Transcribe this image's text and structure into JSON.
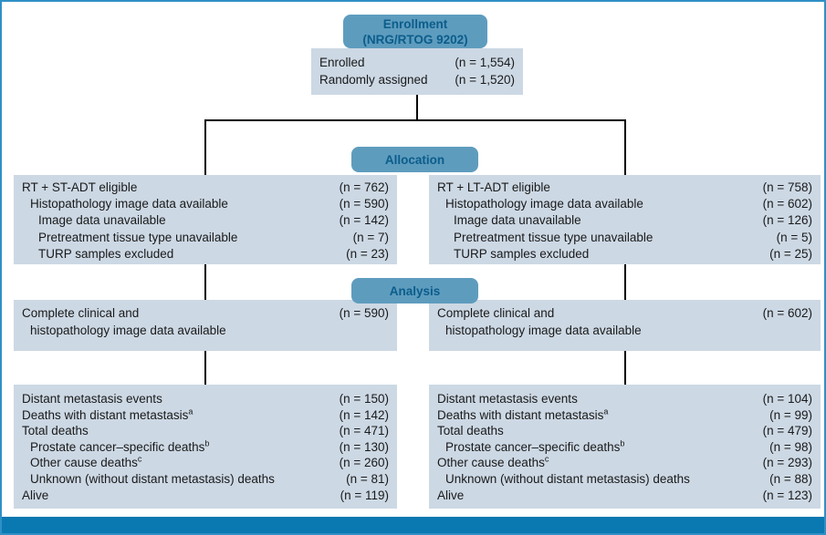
{
  "colors": {
    "pill_fill": "#5e9cbe",
    "pill_text": "#0b5d8b",
    "box_fill": "#ccd8e4",
    "line_color": "#000000",
    "border_color": "#2f90c6",
    "bar_fill": "#0a79b2",
    "text_color": "#1a1a1a"
  },
  "enrollment": {
    "header_line1": "Enrollment",
    "header_line2": "(NRG/RTOG 9202)",
    "rows": [
      {
        "label": "Enrolled",
        "value": "(n = 1,554)"
      },
      {
        "label": "Randomly assigned",
        "value": "(n = 1,520)"
      }
    ]
  },
  "allocation": {
    "header": "Allocation",
    "left": {
      "rows": [
        {
          "label": "RT + ST-ADT eligible",
          "value": "(n = 762)"
        },
        {
          "label": "Histopathology image data available",
          "value": "(n = 590)"
        },
        {
          "label": "Image data unavailable",
          "value": "(n = 142)"
        },
        {
          "label": "Pretreatment tissue type unavailable",
          "value": "(n = 7)"
        },
        {
          "label": "TURP samples excluded",
          "value": "(n = 23)"
        }
      ]
    },
    "right": {
      "rows": [
        {
          "label": "RT + LT-ADT eligible",
          "value": "(n = 758)"
        },
        {
          "label": "Histopathology image data available",
          "value": "(n = 602)"
        },
        {
          "label": "Image data unavailable",
          "value": "(n = 126)"
        },
        {
          "label": "Pretreatment tissue type unavailable",
          "value": "(n = 5)"
        },
        {
          "label": "TURP samples excluded",
          "value": "(n = 25)"
        }
      ]
    }
  },
  "analysis": {
    "header": "Analysis",
    "left": {
      "line1": "Complete clinical and",
      "line2": "histopathology image data available",
      "value": "(n = 590)"
    },
    "right": {
      "line1": "Complete clinical and",
      "line2": "histopathology image data available",
      "value": "(n = 602)"
    }
  },
  "outcomes": {
    "left": {
      "rows": [
        {
          "label": "Distant metastasis events",
          "sup": "",
          "value": "(n = 150)"
        },
        {
          "label": "Deaths with distant metastasis",
          "sup": "a",
          "value": "(n = 142)"
        },
        {
          "label": "Total deaths",
          "sup": "",
          "value": "(n = 471)"
        },
        {
          "label": "Prostate cancer–specific deaths",
          "sup": "b",
          "value": "(n = 130)"
        },
        {
          "label": "Other cause deaths",
          "sup": "c",
          "value": "(n = 260)"
        },
        {
          "label": "Unknown (without distant metastasis) deaths",
          "sup": "",
          "value": "(n = 81)"
        },
        {
          "label": "Alive",
          "sup": "",
          "value": "(n = 119)"
        }
      ]
    },
    "right": {
      "rows": [
        {
          "label": "Distant metastasis events",
          "sup": "",
          "value": "(n = 104)"
        },
        {
          "label": "Deaths with distant metastasis",
          "sup": "a",
          "value": "(n = 99)"
        },
        {
          "label": "Total deaths",
          "sup": "",
          "value": "(n = 479)"
        },
        {
          "label": "Prostate cancer–specific deaths",
          "sup": "b",
          "value": "(n = 98)"
        },
        {
          "label": "Other cause deaths",
          "sup": "c",
          "value": "(n = 293)"
        },
        {
          "label": "Unknown (without distant metastasis) deaths",
          "sup": "",
          "value": "(n = 88)"
        },
        {
          "label": "Alive",
          "sup": "",
          "value": "(n = 123)"
        }
      ]
    }
  }
}
